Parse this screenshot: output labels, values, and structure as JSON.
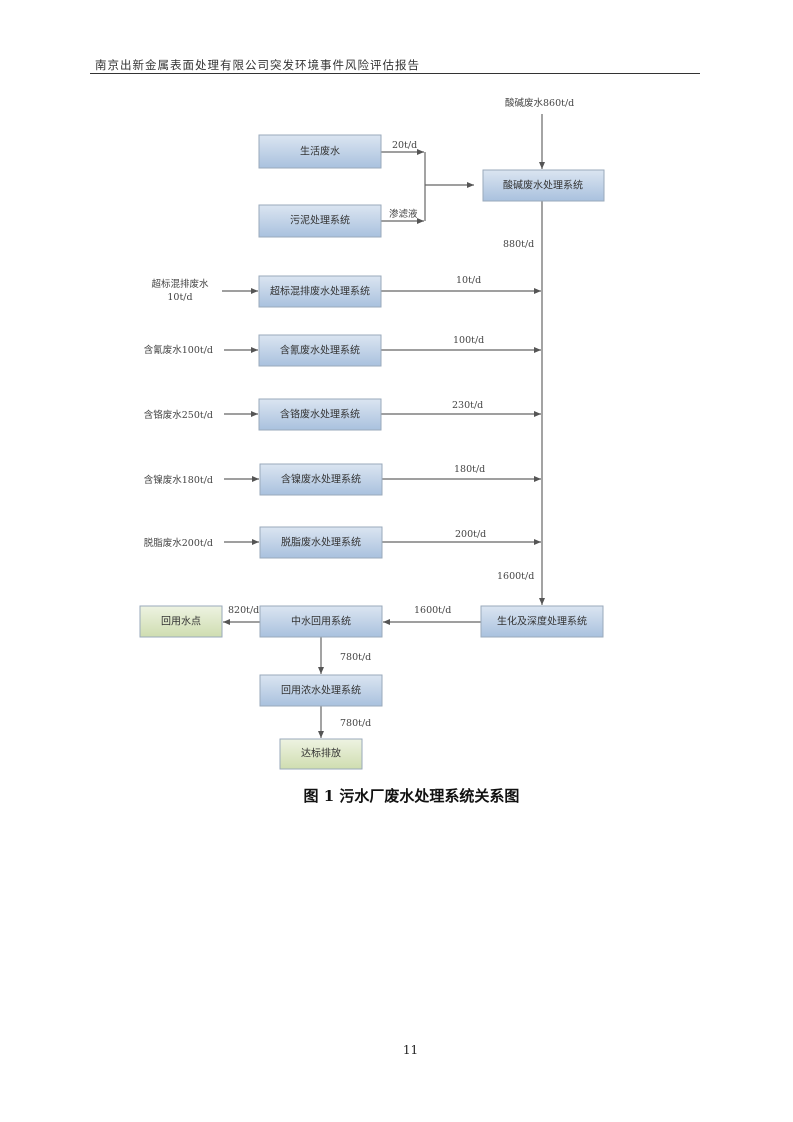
{
  "header": {
    "title": "南京出新金属表面处理有限公司突发环境事件风险评估报告"
  },
  "diagram": {
    "boxes": {
      "domestic": "生活废水",
      "sludge": "污泥处理系统",
      "acid_alkali": "酸碱废水处理系统",
      "mixed": "超标混排废水处理系统",
      "cyanide": "含氰废水处理系统",
      "chromium": "含铬废水处理系统",
      "nickel": "含镍废水处理系统",
      "degrease": "脱脂废水处理系统",
      "biochem": "生化及深度处理系统",
      "reclaim": "中水回用系统",
      "reuse_point": "回用水点",
      "concentrate": "回用浓水处理系统",
      "discharge": "达标排放"
    },
    "inputs": {
      "acid_alkali": "酸碱废水860t/d",
      "mixed_line1": "超标混排废水",
      "mixed_line2": "10t/d",
      "cyanide": "含氰废水100t/d",
      "chromium": "含铬废水250t/d",
      "nickel": "含镍废水180t/d",
      "degrease": "脱脂废水200t/d"
    },
    "flows": {
      "domestic": "20t/d",
      "sludge": "渗滤液",
      "acid_out": "880t/d",
      "mixed": "10t/d",
      "cyanide": "100t/d",
      "chromium": "230t/d",
      "nickel": "180t/d",
      "degrease": "200t/d",
      "to_biochem": "1600t/d",
      "to_reclaim": "1600t/d",
      "to_reuse": "820t/d",
      "to_concentrate": "780t/d",
      "to_discharge": "780t/d"
    }
  },
  "caption": "图 1  污水厂废水处理系统关系图",
  "page_number": "11",
  "colors": {
    "blue_box": "#b9cde4",
    "green_box": "#d7e4bd"
  }
}
